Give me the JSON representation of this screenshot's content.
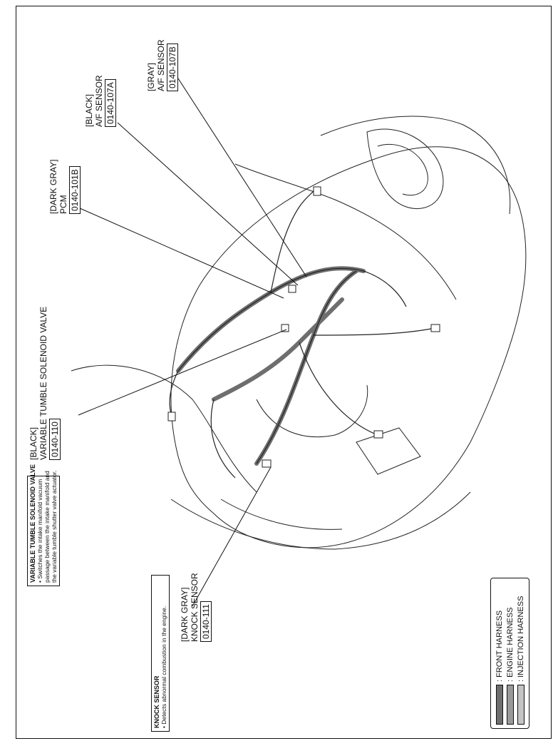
{
  "callouts": {
    "af_gray": {
      "color_tag": "[GRAY]",
      "name": "A/F SENSOR",
      "code": "0140-107B"
    },
    "af_black": {
      "color_tag": "[BLACK]",
      "name": "A/F SENSOR",
      "code": "0140-107A"
    },
    "pcm": {
      "color_tag": "[DARK GRAY]",
      "name": "PCM",
      "code": "0140-101B"
    },
    "vts": {
      "color_tag": "[BLACK]",
      "name": "VARIABLE TUMBLE SOLENOID VALVE",
      "code": "0140-110"
    },
    "knock": {
      "color_tag": "[DARK GRAY]",
      "name": "KNOCK SENSOR",
      "code": "0140-111"
    }
  },
  "notes": {
    "vts": {
      "title": "VARIABLE TUMBLE SOLENOID VALVE",
      "lines": [
        "• Switches the intake manifold vacuum",
        "passage between the intake manifold and",
        "the variable tumble shutter valve actuator."
      ]
    },
    "knock": {
      "title": "KNOCK SENSOR",
      "lines": [
        "• Detects abnormal combustion in the engine."
      ]
    }
  },
  "legend": [
    {
      "label": ": FRONT HARNESS",
      "swatch": "#6e6e6e"
    },
    {
      "label": ": ENGINE HARNESS",
      "swatch": "#9a9a9a"
    },
    {
      "label": ": INJECTION HARNESS",
      "swatch": "#c4c4c4"
    }
  ],
  "icons": [
    "vehicle-outline",
    "wiring-harness",
    "leader-line"
  ]
}
